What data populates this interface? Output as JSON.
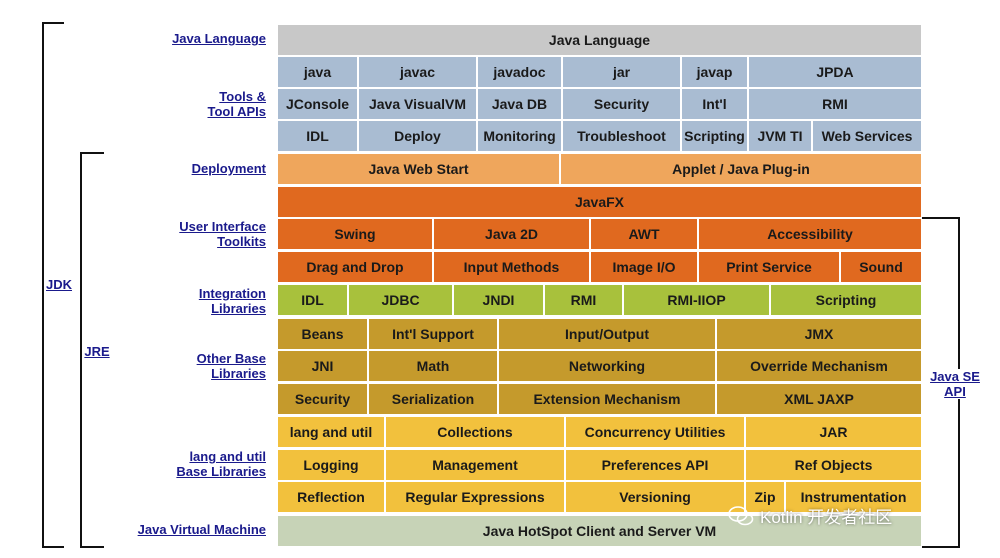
{
  "side": {
    "jdk": "JDK",
    "jre": "JRE",
    "api_line1": "Java SE",
    "api_line2": "API"
  },
  "row_labels": [
    {
      "id": "java-language",
      "lines": [
        "Java Language"
      ]
    },
    {
      "id": "tools",
      "lines": [
        "Tools &",
        "Tool APIs"
      ]
    },
    {
      "id": "deployment",
      "lines": [
        "Deployment"
      ]
    },
    {
      "id": "ui-toolkits",
      "lines": [
        "User Interface",
        "Toolkits"
      ]
    },
    {
      "id": "integration",
      "lines": [
        "Integration",
        "Libraries"
      ]
    },
    {
      "id": "other-base",
      "lines": [
        "Other Base",
        "Libraries"
      ]
    },
    {
      "id": "lang-util",
      "lines": [
        "lang and util",
        "Base Libraries"
      ]
    },
    {
      "id": "jvm",
      "lines": [
        "Java Virtual Machine"
      ]
    }
  ],
  "colors": {
    "language": "#c8c8c8",
    "tools": "#a9bcd2",
    "deployment": "#efa65c",
    "ui": "#e0691f",
    "integration": "#a8c13c",
    "other_base": "#c59a2c",
    "lang_util": "#f2c13d",
    "jvm": "#c7d3b7"
  },
  "grid": [
    [
      {
        "text": "Java Language",
        "span": 12,
        "c": "language"
      }
    ],
    [
      {
        "text": "java",
        "span": 1,
        "c": "tools"
      },
      {
        "text": "javac",
        "span": 2,
        "c": "tools"
      },
      {
        "text": "javadoc",
        "span": 2,
        "c": "tools"
      },
      {
        "text": "jar",
        "span": 2,
        "c": "tools"
      },
      {
        "text": "javap",
        "span": 2,
        "c": "tools"
      },
      {
        "text": "JPDA",
        "span": 3,
        "c": "tools"
      }
    ],
    [
      {
        "text": "JConsole",
        "span": 1,
        "c": "tools"
      },
      {
        "text": "Java VisualVM",
        "span": 2,
        "c": "tools"
      },
      {
        "text": "Java DB",
        "span": 2,
        "c": "tools"
      },
      {
        "text": "Security",
        "span": 2,
        "c": "tools"
      },
      {
        "text": "Int'l",
        "span": 2,
        "c": "tools"
      },
      {
        "text": "RMI",
        "span": 3,
        "c": "tools"
      }
    ],
    [
      {
        "text": "IDL",
        "span": 1,
        "c": "tools"
      },
      {
        "text": "Deploy",
        "span": 2,
        "c": "tools"
      },
      {
        "text": "Monitoring",
        "span": 2,
        "c": "tools"
      },
      {
        "text": "Troubleshoot",
        "span": 2,
        "c": "tools"
      },
      {
        "text": "Scripting",
        "span": 2,
        "c": "tools"
      },
      {
        "text": "JVM TI",
        "span": 1,
        "c": "tools"
      },
      {
        "text": "Web Services",
        "span": 2,
        "c": "tools"
      }
    ],
    [
      {
        "text": "Java Web Start",
        "span": 6,
        "c": "deployment"
      },
      {
        "text": "Applet / Java Plug-in",
        "span": 6,
        "c": "deployment"
      }
    ],
    [
      {
        "text": "JavaFX",
        "span": 12,
        "c": "ui"
      }
    ],
    [
      {
        "text": "Swing",
        "span": 3,
        "c": "ui"
      },
      {
        "text": "Java 2D",
        "span": 3,
        "c": "ui"
      },
      {
        "text": "AWT",
        "span": 2,
        "c": "ui"
      },
      {
        "text": "Accessibility",
        "span": 4,
        "c": "ui"
      }
    ],
    [
      {
        "text": "Drag and Drop",
        "span": 3,
        "c": "ui"
      },
      {
        "text": "Input Methods",
        "span": 3,
        "c": "ui"
      },
      {
        "text": "Image I/O",
        "span": 2,
        "c": "ui"
      },
      {
        "text": "Print Service",
        "span": 3,
        "c": "ui"
      },
      {
        "text": "Sound",
        "span": 1,
        "c": "ui"
      }
    ],
    [
      {
        "text": "IDL",
        "span": 1,
        "c": "integration"
      },
      {
        "text": "JDBC",
        "span": 2,
        "c": "integration"
      },
      {
        "text": "JNDI",
        "span": 2,
        "c": "integration"
      },
      {
        "text": "RMI",
        "span": 1,
        "c": "integration"
      },
      {
        "text": "RMI-IIOP",
        "span": 3,
        "c": "integration"
      },
      {
        "text": "Scripting",
        "span": 3,
        "c": "integration"
      }
    ],
    [
      {
        "text": "Beans",
        "span": 2,
        "c": "other_base"
      },
      {
        "text": "Int'l Support",
        "span": 3,
        "c": "other_base"
      },
      {
        "text": "Input/Output",
        "span": 4,
        "c": "other_base"
      },
      {
        "text": "JMX",
        "span": 3,
        "c": "other_base"
      }
    ],
    [
      {
        "text": "JNI",
        "span": 2,
        "c": "other_base"
      },
      {
        "text": "Math",
        "span": 3,
        "c": "other_base"
      },
      {
        "text": "Networking",
        "span": 4,
        "c": "other_base"
      },
      {
        "text": "Override Mechanism",
        "span": 3,
        "c": "other_base"
      }
    ],
    [
      {
        "text": "Security",
        "span": 2,
        "c": "other_base"
      },
      {
        "text": "Serialization",
        "span": 3,
        "c": "other_base"
      },
      {
        "text": "Extension Mechanism",
        "span": 4,
        "c": "other_base"
      },
      {
        "text": "XML JAXP",
        "span": 3,
        "c": "other_base"
      }
    ],
    [
      {
        "text": "lang and util",
        "span": 2,
        "c": "lang_util"
      },
      {
        "text": "Collections",
        "span": 3,
        "c": "lang_util"
      },
      {
        "text": "Concurrency Utilities",
        "span": 4,
        "c": "lang_util"
      },
      {
        "text": "JAR",
        "span": 3,
        "c": "lang_util"
      }
    ],
    [
      {
        "text": "Logging",
        "span": 2,
        "c": "lang_util"
      },
      {
        "text": "Management",
        "span": 3,
        "c": "lang_util"
      },
      {
        "text": "Preferences API",
        "span": 4,
        "c": "lang_util"
      },
      {
        "text": "Ref Objects",
        "span": 3,
        "c": "lang_util"
      }
    ],
    [
      {
        "text": "Reflection",
        "span": 2,
        "c": "lang_util"
      },
      {
        "text": "Regular Expressions",
        "span": 3,
        "c": "lang_util"
      },
      {
        "text": "Versioning",
        "span": 4,
        "c": "lang_util"
      },
      {
        "text": "Zip",
        "span": 1,
        "c": "lang_util"
      },
      {
        "text": "Instrumentation",
        "span": 2,
        "c": "lang_util"
      }
    ],
    [
      {
        "text": "Java HotSpot Client and Server VM",
        "span": 12,
        "c": "jvm"
      }
    ]
  ],
  "watermark": "Kotlin 开发者社区"
}
